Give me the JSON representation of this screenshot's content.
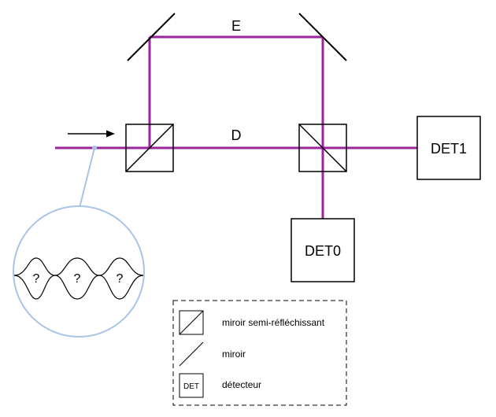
{
  "colors": {
    "beam": "#9b259b",
    "probe": "#a9c4e6",
    "stroke": "#000000"
  },
  "labels": {
    "path_upper": "E",
    "path_lower": "D",
    "detector_1": "DET1",
    "detector_0": "DET0"
  },
  "wave_marks": [
    "?",
    "?",
    "?"
  ],
  "legend": {
    "items": [
      {
        "icon": "beam-splitter-icon",
        "label": "miroir semi-réfléchissant"
      },
      {
        "icon": "mirror-icon",
        "label": "miroir"
      },
      {
        "icon": "detector-icon",
        "icon_text": "DET",
        "label": "détecteur"
      }
    ]
  }
}
